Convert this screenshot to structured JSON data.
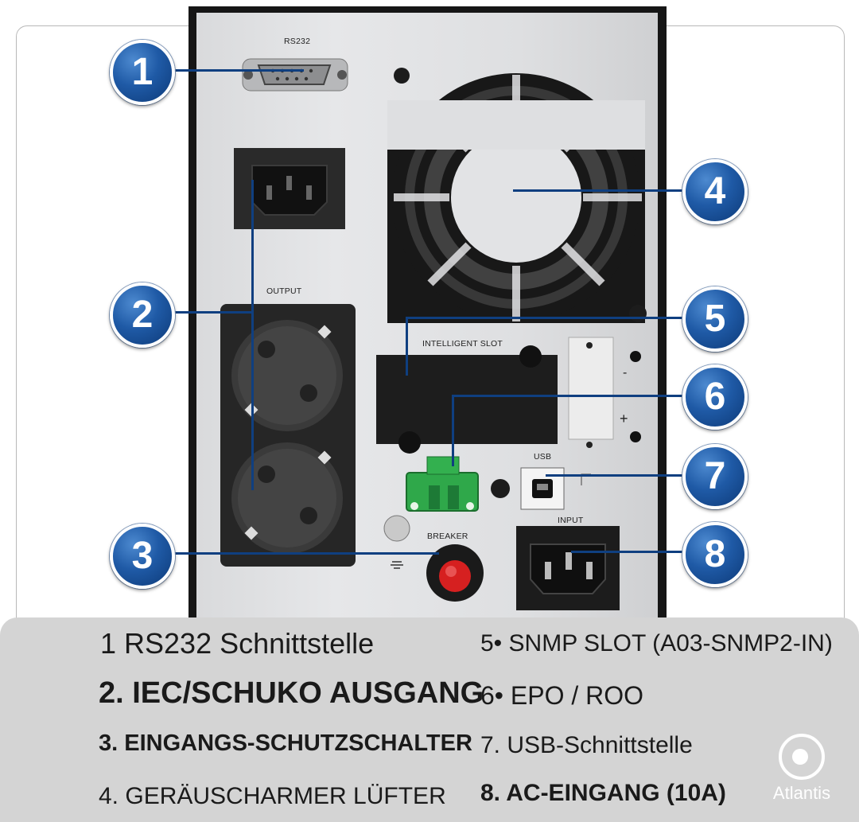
{
  "panel_labels": {
    "rs232": "RS232",
    "output": "OUTPUT",
    "intelligent_slot": "INTELLIGENT SLOT",
    "usb": "USB",
    "input": "INPUT",
    "breaker": "BREAKER",
    "minus": "-",
    "plus": "+"
  },
  "callouts": [
    "1",
    "2",
    "3",
    "4",
    "5",
    "6",
    "7",
    "8"
  ],
  "legend": {
    "item1": "1 RS232 Schnittstelle",
    "item2": "2. IEC/SCHUKO AUSGANG",
    "item3": "3. EINGANGS-SCHUTZSCHALTER",
    "item4": "4. GERÄUSCHARMER LÜFTER",
    "item5": "5• SNMP SLOT (A03-SNMP2-IN)",
    "item6": "6• EPO / ROO",
    "item7": "7. USB-Schnittstelle",
    "item8": "8. AC-EINGANG (10A)"
  },
  "brand": "Atlantis",
  "colors": {
    "badge": "#1f5aa6",
    "legend_bg": "#d4d4d4",
    "connector_green": "#2fa84a",
    "breaker_red": "#d62020"
  }
}
